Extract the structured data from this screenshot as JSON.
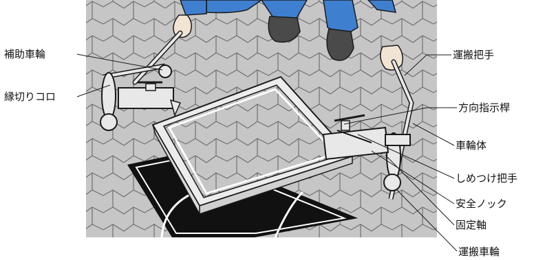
{
  "labels": {
    "auxiliary_wheel": "補助車輪",
    "edge_cut_roller": "縁切りコロ",
    "carry_handle": "運搬把手",
    "direction_rod": "方向指示桿",
    "wheel_body": "車輪体",
    "tighten_handle": "しめつけ把手",
    "safety_knock": "安全ノック",
    "fixed_shaft": "固定軸",
    "carry_wheel": "運搬車輪"
  },
  "colors": {
    "paving": "#c6c6c6",
    "paving_line": "#707070",
    "cover_frame": "#ececec",
    "hole": "#111111",
    "jeans": "#3f7fd0",
    "shoe": "#4a4a4a",
    "skin": "#f2e4d2",
    "metal": "#e8e8e8",
    "outline": "#1a1a1a"
  }
}
